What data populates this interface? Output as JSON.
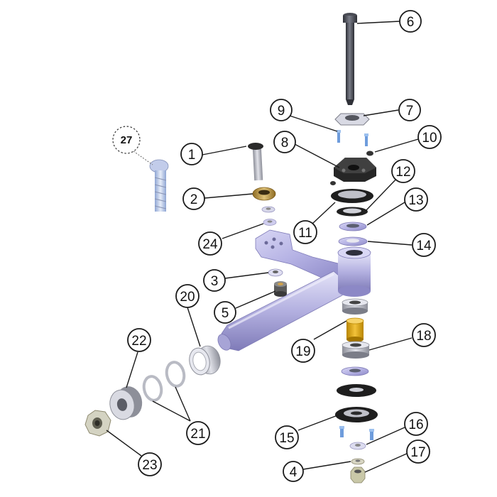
{
  "callouts": {
    "c1": "1",
    "c2": "2",
    "c3": "3",
    "c4": "4",
    "c5": "5",
    "c6": "6",
    "c7": "7",
    "c8": "8",
    "c9": "9",
    "c10": "10",
    "c11": "11",
    "c12": "12",
    "c13": "13",
    "c14": "14",
    "c15": "15",
    "c16": "16",
    "c17": "17",
    "c18": "18",
    "c19": "19",
    "c20": "20",
    "c21": "21",
    "c22": "22",
    "c23": "23",
    "c24": "24",
    "c27": "27"
  },
  "colors": {
    "steel_dark": "#3a3c44",
    "steel_light": "#c8cbd6",
    "lavender": "#b9b6e6",
    "black_part": "#222222",
    "bronze": "#c9a34a",
    "brass_spacer": "#e2a400",
    "blue_screw": "#7fa8e0"
  }
}
